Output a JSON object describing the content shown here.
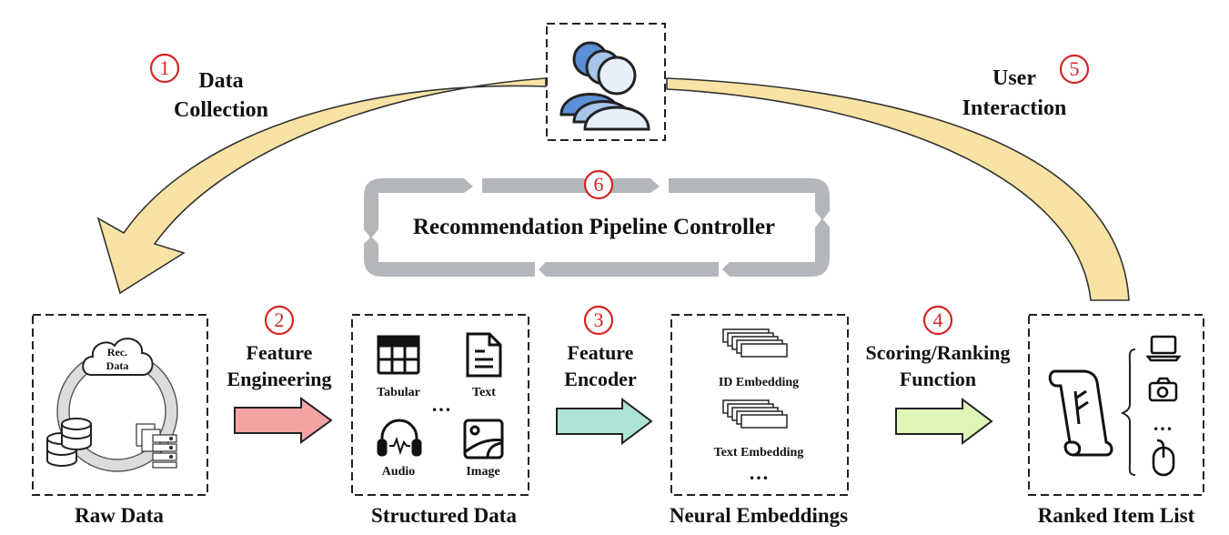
{
  "users": {
    "icon": "users-icon"
  },
  "steps": [
    {
      "num": "1",
      "label_lines": [
        "Data",
        "Collection"
      ]
    },
    {
      "num": "2",
      "label_lines": [
        "Feature",
        "Engineering"
      ]
    },
    {
      "num": "3",
      "label_lines": [
        "Feature",
        "Encoder"
      ]
    },
    {
      "num": "4",
      "label_lines": [
        "Scoring/Ranking",
        "Function"
      ]
    },
    {
      "num": "5",
      "label_lines": [
        "User",
        "Interaction"
      ]
    },
    {
      "num": "6"
    }
  ],
  "controller": {
    "label": "Recommendation Pipeline Controller"
  },
  "raw_data": {
    "title": "Raw Data",
    "cloud_lines": [
      "Rec.",
      "Data"
    ],
    "icons": [
      "database-icon",
      "file-stack-icon"
    ]
  },
  "structured_data": {
    "title": "Structured Data",
    "items": [
      {
        "label": "Tabular",
        "icon": "table-icon"
      },
      {
        "label": "Text",
        "icon": "document-icon"
      },
      {
        "label": "Audio",
        "icon": "headphones-icon"
      },
      {
        "label": "Image",
        "icon": "image-icon"
      }
    ],
    "ellipsis": "…"
  },
  "neural_embeddings": {
    "title": "Neural Embeddings",
    "items": [
      "ID Embedding",
      "Text Embedding"
    ],
    "ellipsis": "…"
  },
  "ranked_list": {
    "title": "Ranked Item List",
    "icons": [
      "scroll-icon",
      "laptop-icon",
      "camera-icon",
      "mouse-icon"
    ],
    "ellipsis": "…"
  },
  "colors": {
    "step_red": "#d42424",
    "big_arrow_fill": "#f8e3a4",
    "arrow_feature_engineering": "#f4a3a3",
    "arrow_feature_encoder": "#aee3d7",
    "arrow_scoring": "#dff5b8",
    "controller_ring": "#b3b6bb",
    "user_blue": "#5b8fd6",
    "user_light": "#e6effa"
  }
}
